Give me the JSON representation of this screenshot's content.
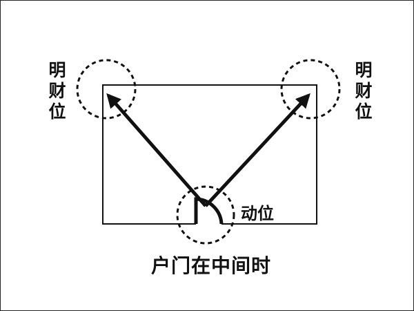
{
  "labels": {
    "wealth_left": "明财位",
    "wealth_right": "明财位",
    "move_position": "动位"
  },
  "caption": "户门在中间时",
  "colors": {
    "stroke": "#111111",
    "background": "#ffffff"
  }
}
